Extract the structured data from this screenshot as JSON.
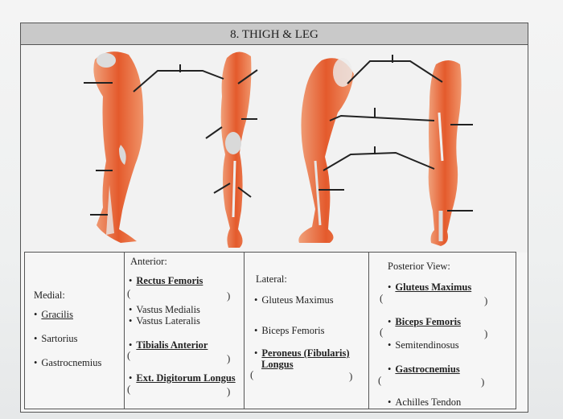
{
  "title": "8. THIGH & LEG",
  "medial": {
    "heading": "Medial:",
    "items": [
      "Gracilis",
      "Sartorius",
      "Gastrocnemius"
    ]
  },
  "anterior": {
    "heading": "Anterior:",
    "items": [
      "Rectus Femoris",
      "Vastus Medialis",
      "Vastus Lateralis",
      "Tibialis Anterior",
      "Ext. Digitorum Longus"
    ]
  },
  "lateral": {
    "heading": "Lateral:",
    "items": [
      "Gluteus Maximus",
      "Biceps Femoris",
      "Peroneus (Fibularis)",
      "Longus"
    ]
  },
  "posterior": {
    "heading": "Posterior View:",
    "items": [
      "Gluteus Maximus",
      "Biceps Femoris",
      "Semitendinosus",
      "Gastrocnemius",
      "Achilles Tendon"
    ]
  },
  "paren_open": "(",
  "paren_close": ")",
  "colors": {
    "muscle": "#e8663a",
    "muscle_light": "#f3a27a",
    "tendon": "#d8d8d8",
    "line": "#222222"
  }
}
